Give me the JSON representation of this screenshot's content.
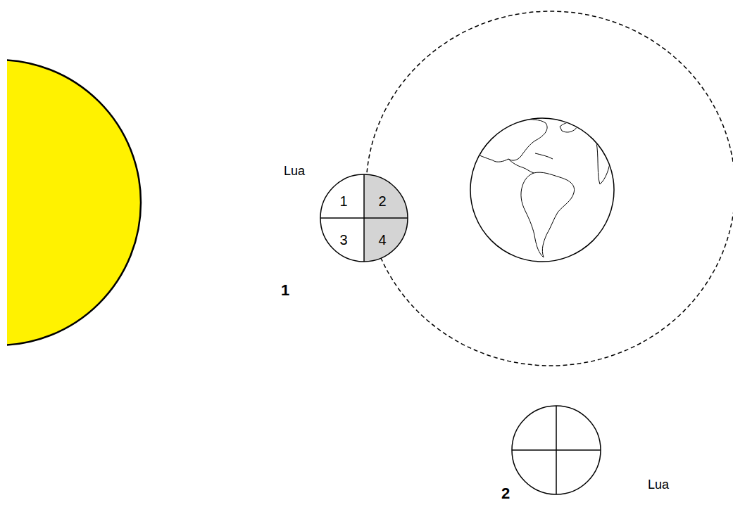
{
  "diagram": {
    "nodes": [
      {
        "text": [
          "1",
          "2",
          "3",
          "4"
        ]
      }
    ],
    "labels": [
      "Lua",
      "1",
      "2",
      "Lua"
    ]
  }
}
